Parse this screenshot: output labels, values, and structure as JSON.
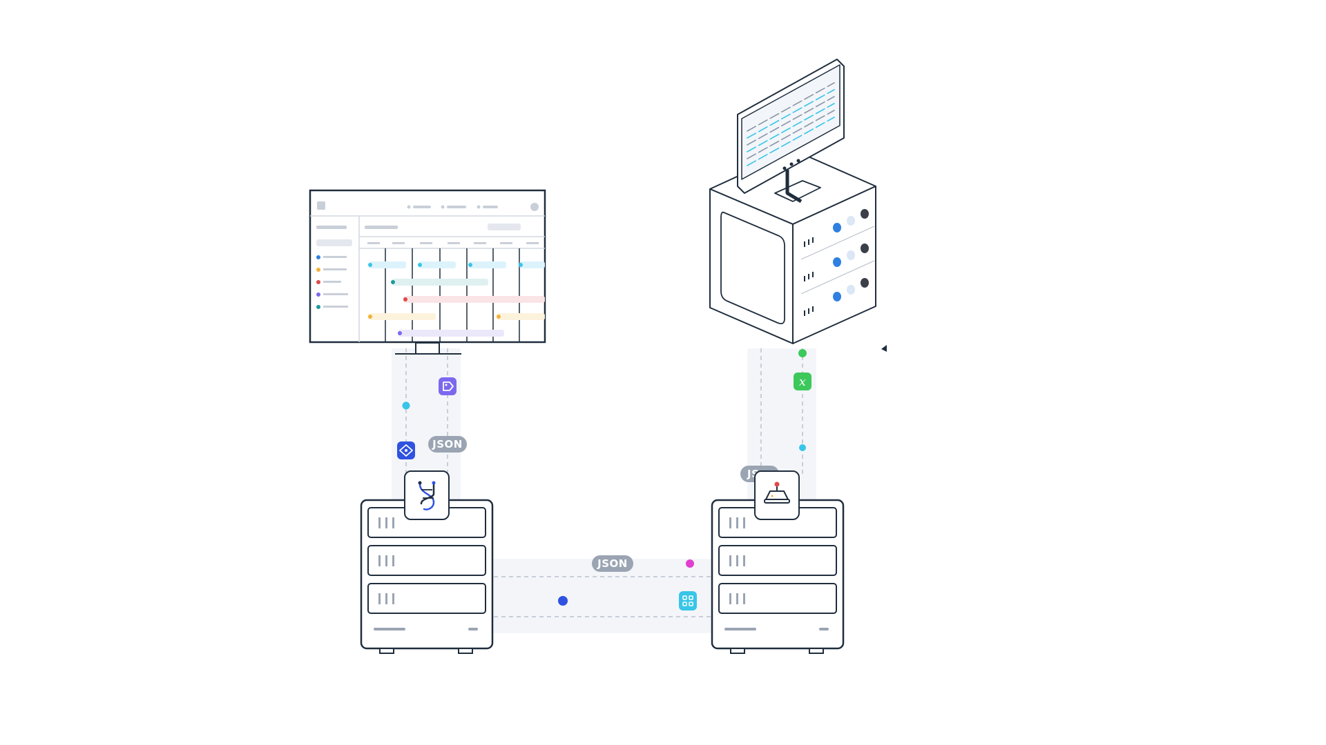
{
  "labels": {
    "json_left": "JSON",
    "json_bottom": "JSON",
    "json_right": "JS"
  },
  "icons": {
    "left_connector_top": "tag-icon",
    "left_connector_bottom": "diamond-connector-icon",
    "left_server": "dna-icon",
    "right_connector": "function-x-icon",
    "right_server": "joystick-icon",
    "bottom_connector": "apps-grid-icon"
  },
  "colors": {
    "outline": "#1f2d3d",
    "pill": "#9aa4b2",
    "panel": "#f3f5f9",
    "purple": "#7b68ee",
    "blue": "#2f52e0",
    "cyan": "#38c5e8",
    "green": "#3cc85a",
    "magenta": "#e040d0",
    "red": "#e04848",
    "orange": "#f3b13a",
    "teal": "#1c9a9a"
  }
}
